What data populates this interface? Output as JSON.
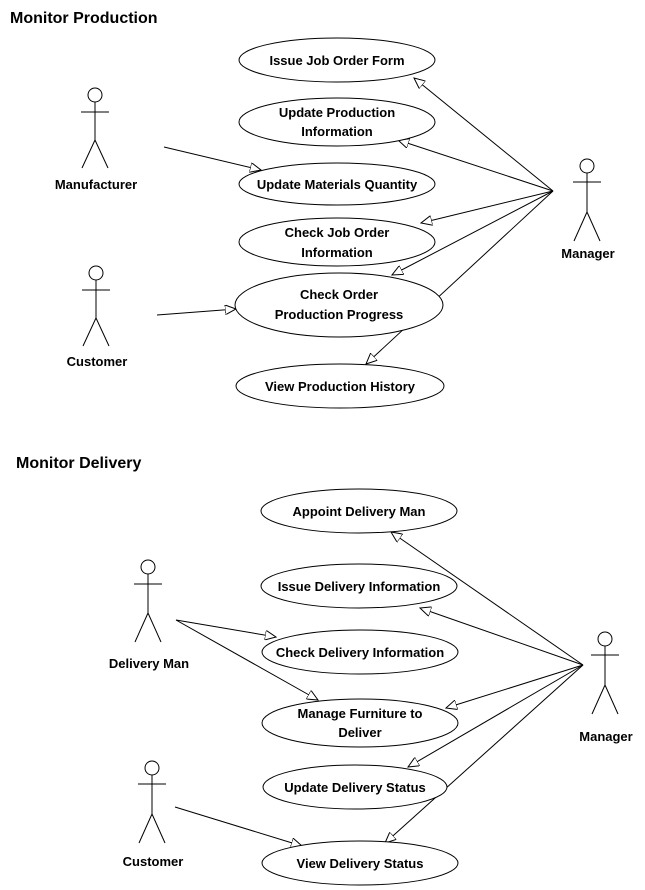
{
  "sections": [
    {
      "title": "Monitor Production",
      "use_cases": [
        {
          "id": "issue-job-order-form",
          "lines": [
            "Issue Job Order Form"
          ]
        },
        {
          "id": "update-production-information",
          "lines": [
            "Update Production",
            "Information"
          ]
        },
        {
          "id": "update-materials-quantity",
          "lines": [
            "Update Materials Quantity"
          ]
        },
        {
          "id": "check-job-order-information",
          "lines": [
            "Check Job Order",
            "Information"
          ]
        },
        {
          "id": "check-order-production-progress",
          "lines": [
            "Check Order",
            "Production Progress"
          ]
        },
        {
          "id": "view-production-history",
          "lines": [
            "View Production History"
          ]
        }
      ],
      "actors": [
        {
          "id": "manufacturer",
          "label": "Manufacturer"
        },
        {
          "id": "customer",
          "label": "Customer"
        },
        {
          "id": "manager",
          "label": "Manager"
        }
      ],
      "associations": [
        {
          "from": "manufacturer",
          "to": "update-materials-quantity"
        },
        {
          "from": "customer",
          "to": "check-order-production-progress"
        },
        {
          "from": "manager",
          "to": "issue-job-order-form"
        },
        {
          "from": "manager",
          "to": "update-production-information"
        },
        {
          "from": "manager",
          "to": "check-job-order-information"
        },
        {
          "from": "manager",
          "to": "check-order-production-progress"
        },
        {
          "from": "manager",
          "to": "view-production-history"
        }
      ]
    },
    {
      "title": "Monitor Delivery",
      "use_cases": [
        {
          "id": "appoint-delivery-man",
          "lines": [
            "Appoint Delivery Man"
          ]
        },
        {
          "id": "issue-delivery-information",
          "lines": [
            "Issue Delivery Information"
          ]
        },
        {
          "id": "check-delivery-information",
          "lines": [
            "Check Delivery Information"
          ]
        },
        {
          "id": "manage-furniture-to-deliver",
          "lines": [
            "Manage Furniture to",
            "Deliver"
          ]
        },
        {
          "id": "update-delivery-status",
          "lines": [
            "Update Delivery Status"
          ]
        },
        {
          "id": "view-delivery-status",
          "lines": [
            "View Delivery Status"
          ]
        }
      ],
      "actors": [
        {
          "id": "delivery-man",
          "label": "Delivery Man"
        },
        {
          "id": "customer-2",
          "label": "Customer"
        },
        {
          "id": "manager-2",
          "label": "Manager"
        }
      ],
      "associations": [
        {
          "from": "delivery-man",
          "to": "check-delivery-information"
        },
        {
          "from": "delivery-man",
          "to": "manage-furniture-to-deliver"
        },
        {
          "from": "customer-2",
          "to": "view-delivery-status"
        },
        {
          "from": "manager-2",
          "to": "appoint-delivery-man"
        },
        {
          "from": "manager-2",
          "to": "issue-delivery-information"
        },
        {
          "from": "manager-2",
          "to": "manage-furniture-to-deliver"
        },
        {
          "from": "manager-2",
          "to": "update-delivery-status"
        },
        {
          "from": "manager-2",
          "to": "view-delivery-status"
        }
      ]
    }
  ]
}
